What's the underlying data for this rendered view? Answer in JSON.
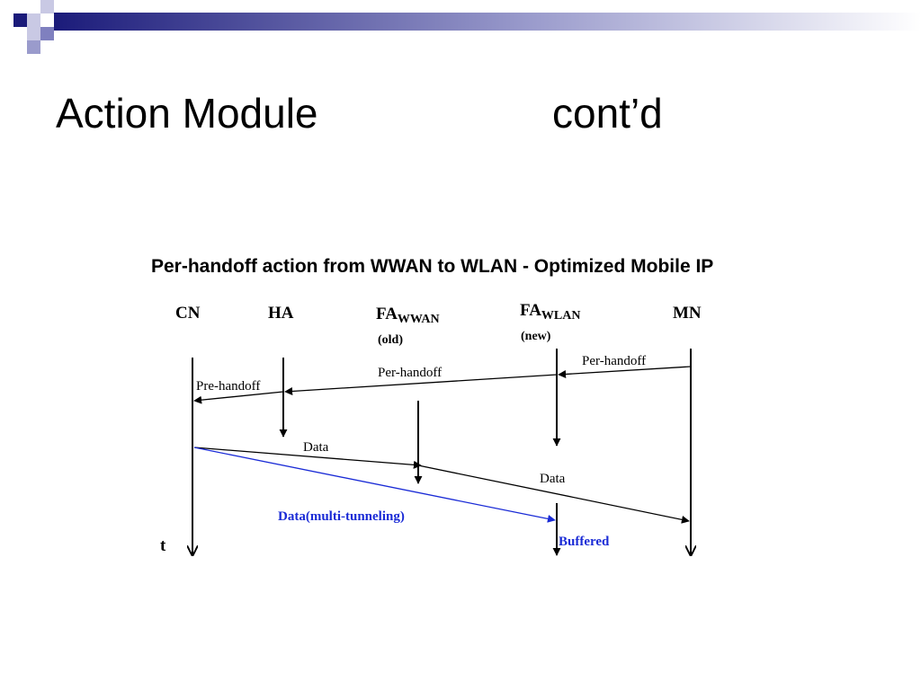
{
  "slide": {
    "title": "Action Module",
    "title_suffix": "cont’d"
  },
  "theme": {
    "banner_dark": "#1b1b7a",
    "banner_mid": "#7f80bf",
    "banner_light": "#c9c9e4",
    "text": "#000000",
    "accent_blue": "#1a2bd6"
  },
  "diagram": {
    "caption": "Per-handoff action from WWAN to WLAN - Optimized Mobile IP",
    "entities": {
      "cn": "CN",
      "ha": "HA",
      "fa_old_main": "FA",
      "fa_old_sub": "WWAN",
      "fa_old_tag": "(old)",
      "fa_new_main": "FA",
      "fa_new_sub": "WLAN",
      "fa_new_tag": "(new)",
      "mn": "MN"
    },
    "messages": {
      "per_handoff_mn": "Per-handoff",
      "per_handoff_fa": "Per-handoff",
      "pre_handoff": "Pre-handoff",
      "data_1": "Data",
      "data_2": "Data",
      "data_multi": "Data(multi-tunneling)",
      "buffered": "Buffered"
    },
    "time_label": "t"
  }
}
